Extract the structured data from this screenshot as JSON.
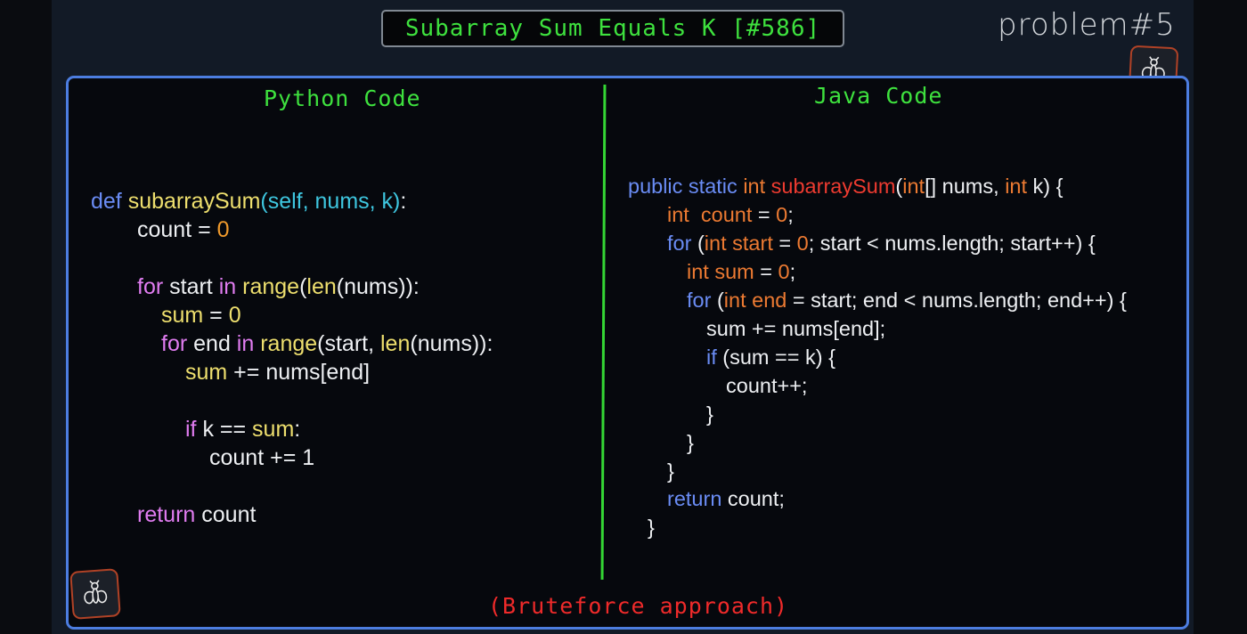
{
  "title": "Subarray Sum Equals K [#586]",
  "problem_tag": "problem#5",
  "python": {
    "heading": "Python Code",
    "lines": {
      "l1": {
        "kw": "def",
        "fn": "subarraySum",
        "open": "(",
        "params": "self, nums, k",
        "close": ")",
        "colon": ":"
      },
      "l2": {
        "a": "count = ",
        "b": "0"
      },
      "l3": {
        "kw": "for",
        "a": " start ",
        "kw2": "in",
        "fn": " range",
        "b": "(",
        "fn2": "len",
        "c": "(nums)):"
      },
      "l4": {
        "a": "sum",
        "b": " = ",
        "c": "0"
      },
      "l5": {
        "kw": "for",
        "a": " end ",
        "kw2": "in",
        "fn": " range",
        "b": "(start, ",
        "fn2": "len",
        "c": "(nums)):"
      },
      "l6": {
        "a": "sum",
        "b": " += nums[end]"
      },
      "l7": {
        "kw": "if",
        "a": " k == ",
        "b": "sum",
        "c": ":"
      },
      "l8": {
        "a": "count += 1"
      },
      "l9": {
        "kw": "return",
        "a": " count"
      }
    }
  },
  "java": {
    "heading": "Java Code",
    "lines": {
      "l1": {
        "kw": "public static ",
        "t": "int ",
        "fn": "subarraySum",
        "a": "(",
        "t2": "int",
        "b": "[] nums, ",
        "t3": "int",
        "c": " k) {"
      },
      "l2": {
        "t": "int  count",
        "a": " = ",
        "num": "0",
        "b": ";"
      },
      "l3": {
        "kw": "for",
        "a": " (",
        "t": "int start",
        "b": " = ",
        "num": "0",
        "c": "; start < nums.length; start++) {"
      },
      "l4": {
        "t": "int sum",
        "a": " = ",
        "num": "0",
        "b": ";"
      },
      "l5": {
        "kw": "for",
        "a": " (",
        "t": "int end",
        "b": " = start; end < nums.length; end++) {"
      },
      "l6": {
        "a": "sum += nums[end];"
      },
      "l7": {
        "kw": "if",
        "a": " (sum == k) {"
      },
      "l8": {
        "a": "count++;"
      },
      "l9": {
        "a": "}"
      },
      "l10": {
        "a": "}"
      },
      "l11": {
        "a": "}"
      },
      "l12": {
        "kw": "return",
        "a": " count;"
      },
      "l13": {
        "a": "}"
      }
    }
  },
  "footer": "(Bruteforce approach)",
  "logo_icon": "fly-icon",
  "colors": {
    "accent_green": "#3ee13e",
    "panel_border": "#4c7de0",
    "footer_red": "#ef2a2a",
    "logo_border": "#b04226"
  }
}
